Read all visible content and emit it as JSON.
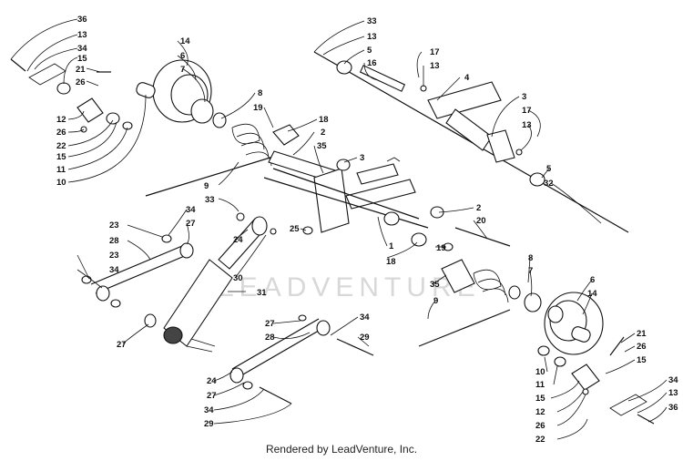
{
  "watermark": "LEADVENTURE",
  "footer": "Rendered by LeadVenture, Inc.",
  "colors": {
    "line": "#111111",
    "background": "#ffffff",
    "watermark": "#d8d8d8"
  },
  "callouts": [
    "36",
    "13",
    "34",
    "15",
    "21",
    "26",
    "12",
    "26",
    "22",
    "15",
    "11",
    "10",
    "14",
    "6",
    "7",
    "8",
    "19",
    "9",
    "33",
    "18",
    "2",
    "35",
    "3",
    "33",
    "13",
    "5",
    "16",
    "17",
    "13",
    "4",
    "3",
    "17",
    "13",
    "5",
    "32",
    "2",
    "20",
    "1",
    "18",
    "19",
    "25",
    "34",
    "27",
    "23",
    "28",
    "23",
    "34",
    "27",
    "24",
    "30",
    "31",
    "35",
    "9",
    "8",
    "7",
    "6",
    "14",
    "27",
    "28",
    "34",
    "29",
    "24",
    "27",
    "34",
    "29",
    "21",
    "26",
    "15",
    "10",
    "11",
    "15",
    "12",
    "26",
    "22",
    "34",
    "13",
    "36"
  ]
}
